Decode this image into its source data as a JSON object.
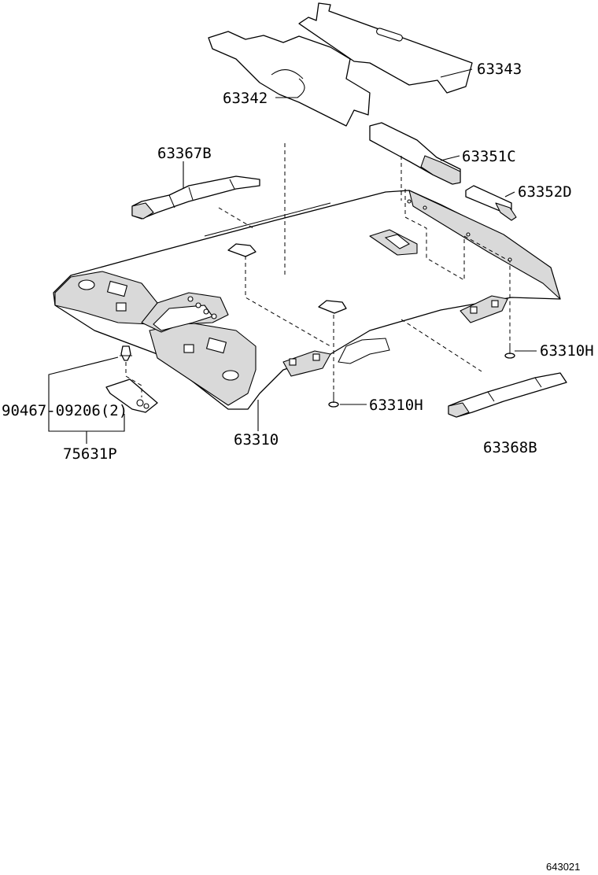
{
  "labels": {
    "p63343": "63343",
    "p63342": "63342",
    "p63367b": "63367B",
    "p63351c": "63351C",
    "p63352d": "63352D",
    "p63310h_right": "63310H",
    "p63310h_center": "63310H",
    "p90467": "90467-09206(2)",
    "p63310": "63310",
    "p63368b": "63368B",
    "p75631p": "75631P"
  },
  "diagram_code": "643021",
  "colors": {
    "line": "#000000",
    "shade": "#d9d9d9",
    "background": "#ffffff"
  }
}
